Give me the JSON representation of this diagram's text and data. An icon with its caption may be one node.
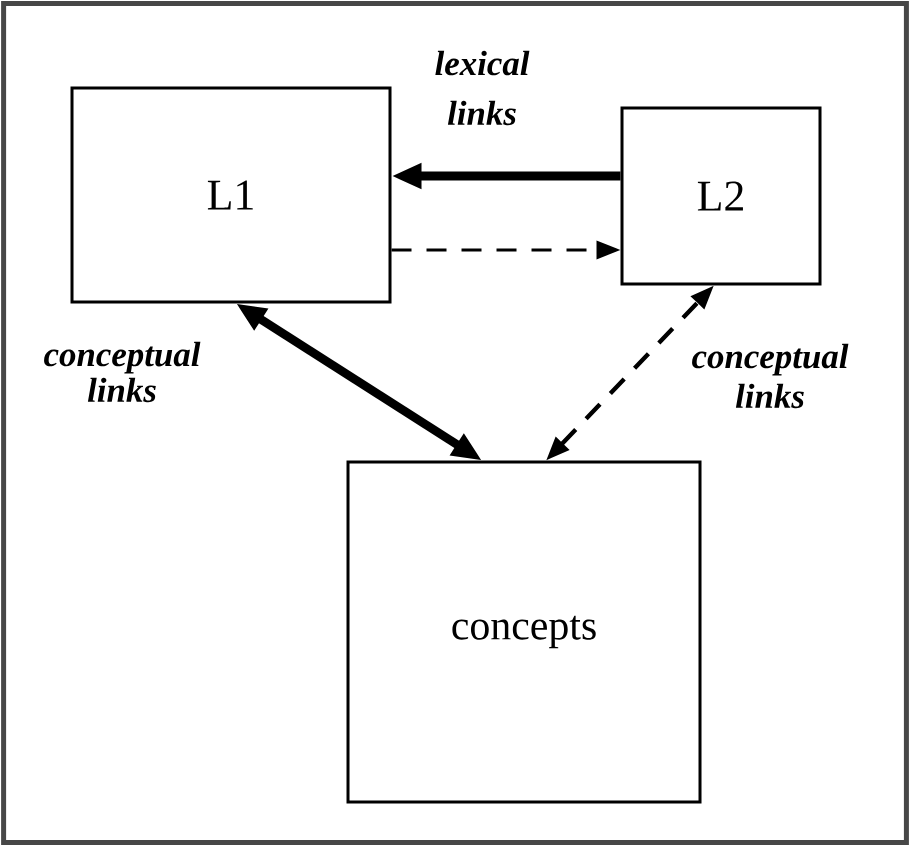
{
  "diagram": {
    "nodes": [
      {
        "text": [
          "L1"
        ]
      },
      {
        "text": [
          "L2"
        ]
      },
      {
        "text": [
          "concepts"
        ]
      }
    ],
    "edges": [
      {
        "from": 1,
        "to": 0,
        "arrow": "to",
        "style": "thick",
        "label": "lexical links"
      },
      {
        "from": 0,
        "to": 1,
        "arrow": "to",
        "style": "dashed"
      },
      {
        "from": 0,
        "to": 2,
        "arrow": "both",
        "style": "thick",
        "label": "conceptual links"
      },
      {
        "from": 2,
        "to": 1,
        "arrow": "both",
        "style": "dashed",
        "label": "conceptual links"
      }
    ]
  }
}
